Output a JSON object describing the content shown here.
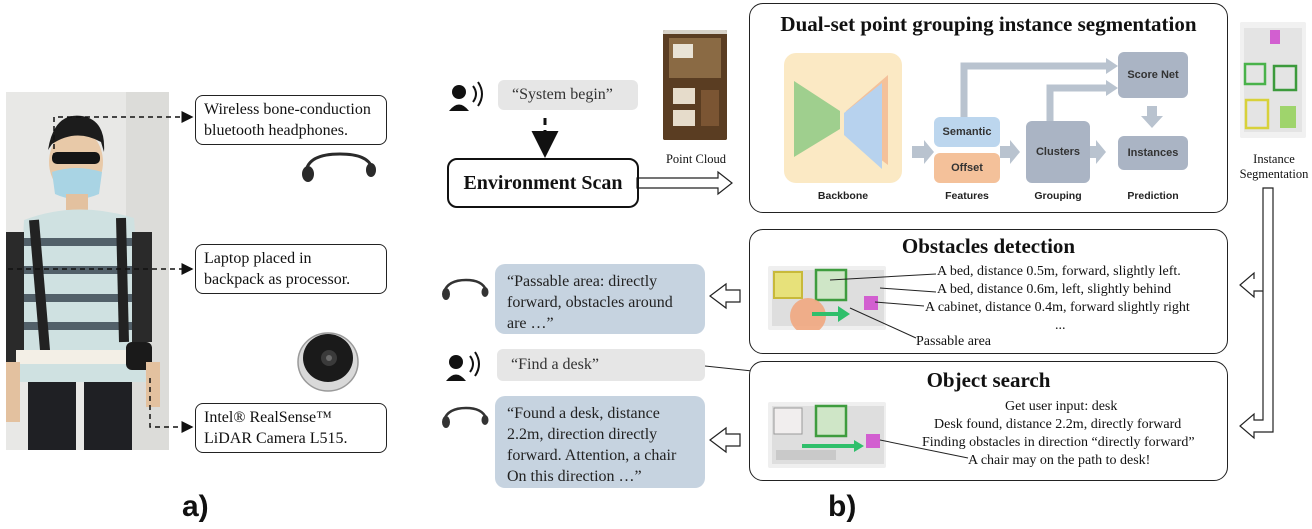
{
  "panel_a": {
    "label": "a)",
    "callouts": {
      "headphones": [
        "Wireless bone-conduction",
        "bluetooth headphones."
      ],
      "laptop": [
        "Laptop placed in",
        "backpack as processor."
      ],
      "camera": [
        "Intel® RealSense™",
        "LiDAR Camera L515."
      ]
    }
  },
  "panel_b": {
    "label": "b)",
    "system_begin": "“System begin”",
    "environment_scan": "Environment Scan",
    "point_cloud": "Point Cloud",
    "instance_segmentation": [
      "Instance",
      "Segmentation"
    ],
    "dual_set": {
      "title": "Dual-set point grouping instance segmentation",
      "backbone": "Backbone",
      "semantic": "Semantic",
      "offset": "Offset",
      "features": "Features",
      "clusters": "Clusters",
      "grouping": "Grouping",
      "score_net": "Score Net",
      "instances": "Instances",
      "prediction": "Prediction"
    },
    "obstacles": {
      "title": "Obstacles detection",
      "lines": [
        "A bed, distance 0.5m, forward, slightly left.",
        "A bed, distance 0.6m,  left, slightly behind",
        "A cabinet, distance 0.4m, forward slightly right",
        "..."
      ],
      "passable": "Passable area",
      "response": [
        "“Passable area: directly",
        "forward, obstacles around",
        "are …”"
      ]
    },
    "search": {
      "title": "Object search",
      "request": "“Find a desk”",
      "lines": [
        "Get user input: desk",
        "Desk found, distance 2.2m,  directly forward",
        "Finding obstacles in direction “directly forward”",
        "A chair may on the path to desk!"
      ],
      "response": [
        "“Found a desk, distance",
        "2.2m, direction directly",
        "forward. Attention, a chair",
        "On this direction …”"
      ]
    }
  },
  "colors": {
    "backbone_bg": "#fbe9c4",
    "backbone_green": "#9fcf8e",
    "backbone_blue": "#b7d2ee",
    "semantic": "#bcd6ee",
    "offset": "#f4c19a",
    "grey_node": "#aab4c4",
    "arrow": "#b9c3cf"
  }
}
